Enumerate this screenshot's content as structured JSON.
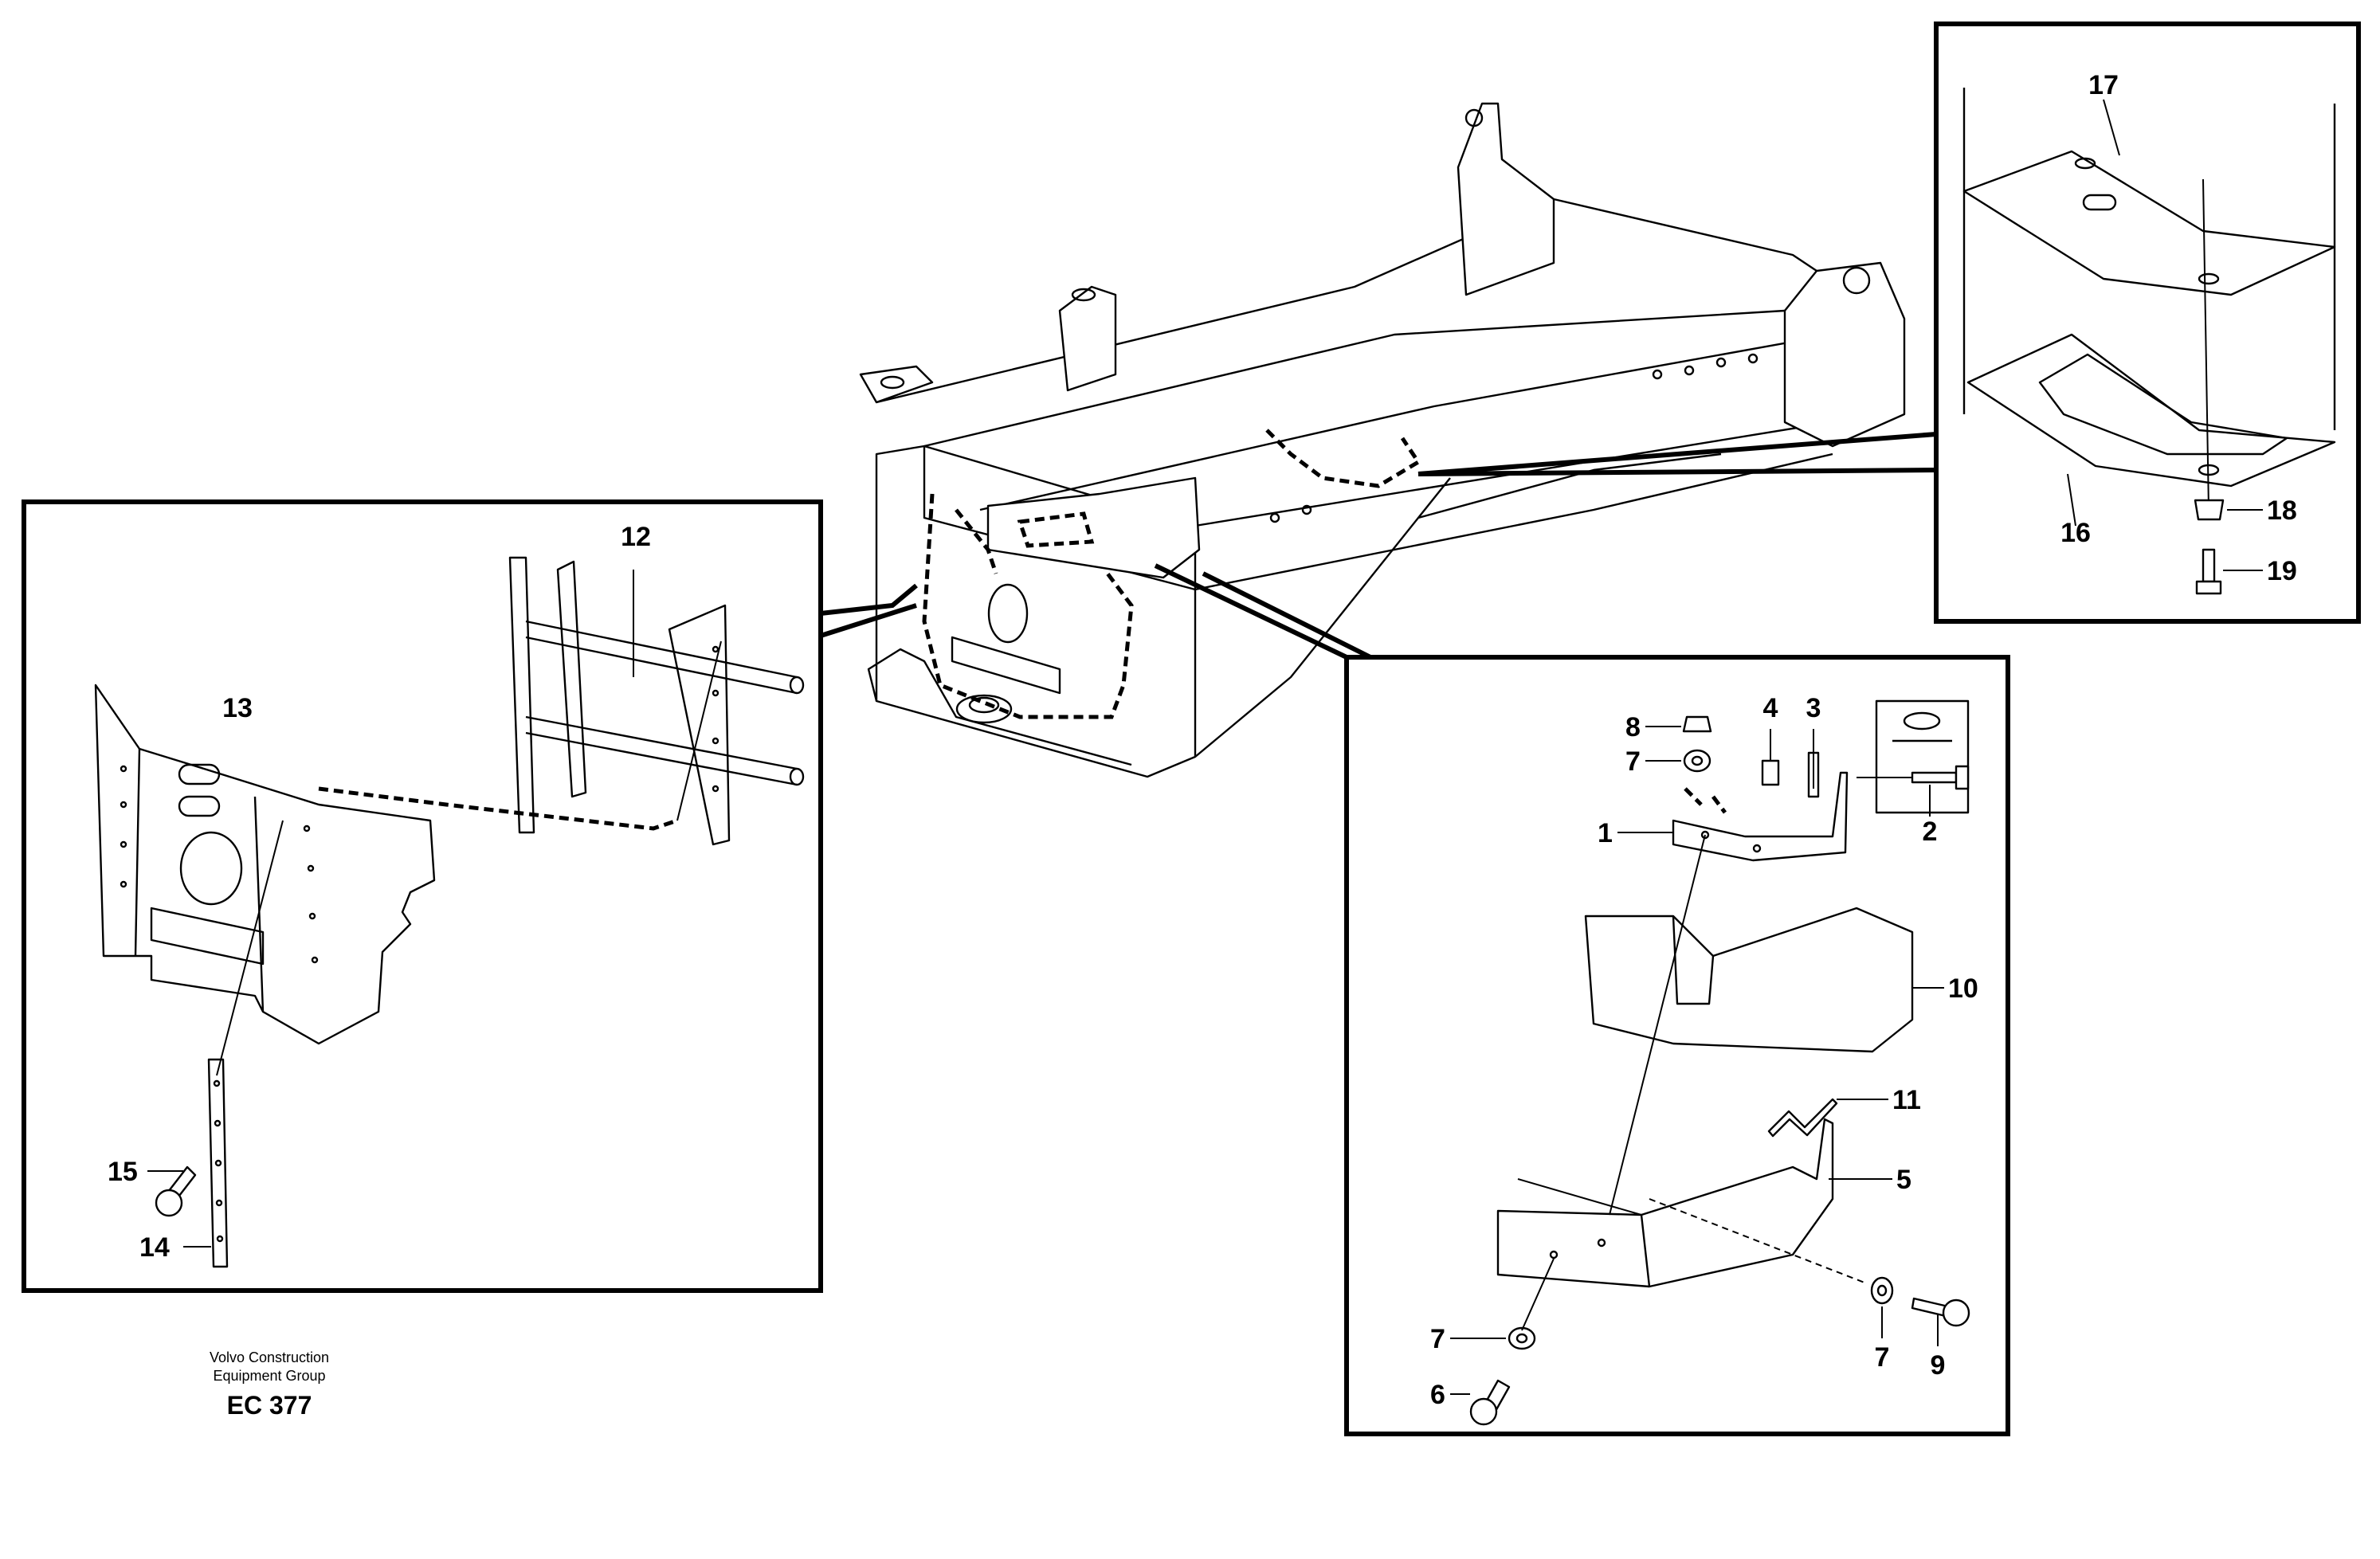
{
  "diagram": {
    "callouts": [
      {
        "id": "17",
        "text": "17"
      },
      {
        "id": "18",
        "text": "18"
      },
      {
        "id": "19",
        "text": "19"
      },
      {
        "id": "16",
        "text": "16"
      },
      {
        "id": "12",
        "text": "12"
      },
      {
        "id": "13",
        "text": "13"
      },
      {
        "id": "15",
        "text": "15"
      },
      {
        "id": "14",
        "text": "14"
      },
      {
        "id": "8",
        "text": "8"
      },
      {
        "id": "4",
        "text": "4"
      },
      {
        "id": "3",
        "text": "3"
      },
      {
        "id": "7a",
        "text": "7"
      },
      {
        "id": "1",
        "text": "1"
      },
      {
        "id": "2",
        "text": "2"
      },
      {
        "id": "10",
        "text": "10"
      },
      {
        "id": "11",
        "text": "11"
      },
      {
        "id": "5",
        "text": "5"
      },
      {
        "id": "7b",
        "text": "7"
      },
      {
        "id": "6",
        "text": "6"
      },
      {
        "id": "7c",
        "text": "7"
      },
      {
        "id": "9",
        "text": "9"
      }
    ]
  },
  "footer": {
    "line1": "Volvo Construction",
    "line2": "Equipment Group",
    "code": "EC 377"
  }
}
